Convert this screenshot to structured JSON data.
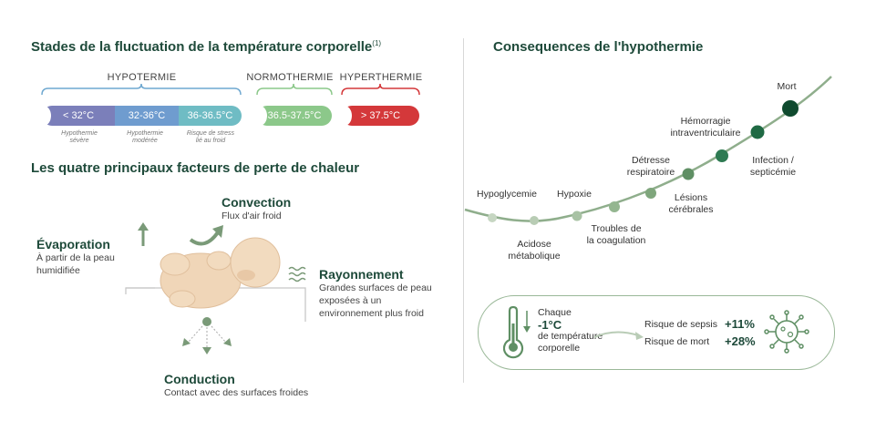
{
  "left": {
    "title": "Stades de la fluctuation de la température corporelle",
    "title_ref": "(1)",
    "groups": {
      "hypo": "HYPOTERMIE",
      "normo": "NORMOTHERMIE",
      "hyper": "HYPERTHERMIE"
    },
    "segments": [
      {
        "label": "< 32°C",
        "color": "#7b7fba"
      },
      {
        "label": "32-36°C",
        "color": "#6f9ccf"
      },
      {
        "label": "36-36.5°C",
        "color": "#6fbcc4"
      },
      {
        "label": "36.5-37.5°C",
        "color": "#8cc88a"
      },
      {
        "label": "> 37.5°C",
        "color": "#d4383a"
      }
    ],
    "sublabels": [
      {
        "l1": "Hypothermie",
        "l2": "sévère"
      },
      {
        "l1": "Hypothermie",
        "l2": "modérée"
      },
      {
        "l1": "Risque de stress",
        "l2": "lié au froid"
      }
    ],
    "factors_title": "Les quatre principaux facteurs de perte de chaleur",
    "factors": {
      "convection": {
        "name": "Convection",
        "desc": "Flux d'air froid"
      },
      "evaporation": {
        "name": "Évaporation",
        "d1": "À partir de la peau",
        "d2": "humidifiée"
      },
      "rayonnement": {
        "name": "Rayonnement",
        "d1": "Grandes surfaces de peau",
        "d2": "exposées à un",
        "d3": "environnement plus froid"
      },
      "conduction": {
        "name": "Conduction",
        "desc": "Contact avec des surfaces froides"
      }
    }
  },
  "right": {
    "title": "Consequences de l'hypothermie",
    "consequences": [
      {
        "l1": "Hypoglycemie",
        "l2": ""
      },
      {
        "l1": "Acidose",
        "l2": "métabolique"
      },
      {
        "l1": "Hypoxie",
        "l2": ""
      },
      {
        "l1": "Troubles de",
        "l2": "la coagulation"
      },
      {
        "l1": "Détresse",
        "l2": "respiratoire"
      },
      {
        "l1": "Lésions",
        "l2": "cérébrales"
      },
      {
        "l1": "Hémorragie",
        "l2": "intraventriculaire"
      },
      {
        "l1": "Infection /",
        "l2": "septicémie"
      },
      {
        "l1": "Mort",
        "l2": ""
      }
    ],
    "box": {
      "chaque": "Chaque",
      "delta": "-1°C",
      "de_temp": "de température",
      "corporelle": "corporelle",
      "sepsis_label": "Risque de sepsis",
      "sepsis_value": "+11%",
      "mort_label": "Risque de mort",
      "mort_value": "+28%"
    }
  },
  "colors": {
    "dark": "#1e4a3a",
    "green": "#7a9a78",
    "curve": "#8fae8c"
  }
}
